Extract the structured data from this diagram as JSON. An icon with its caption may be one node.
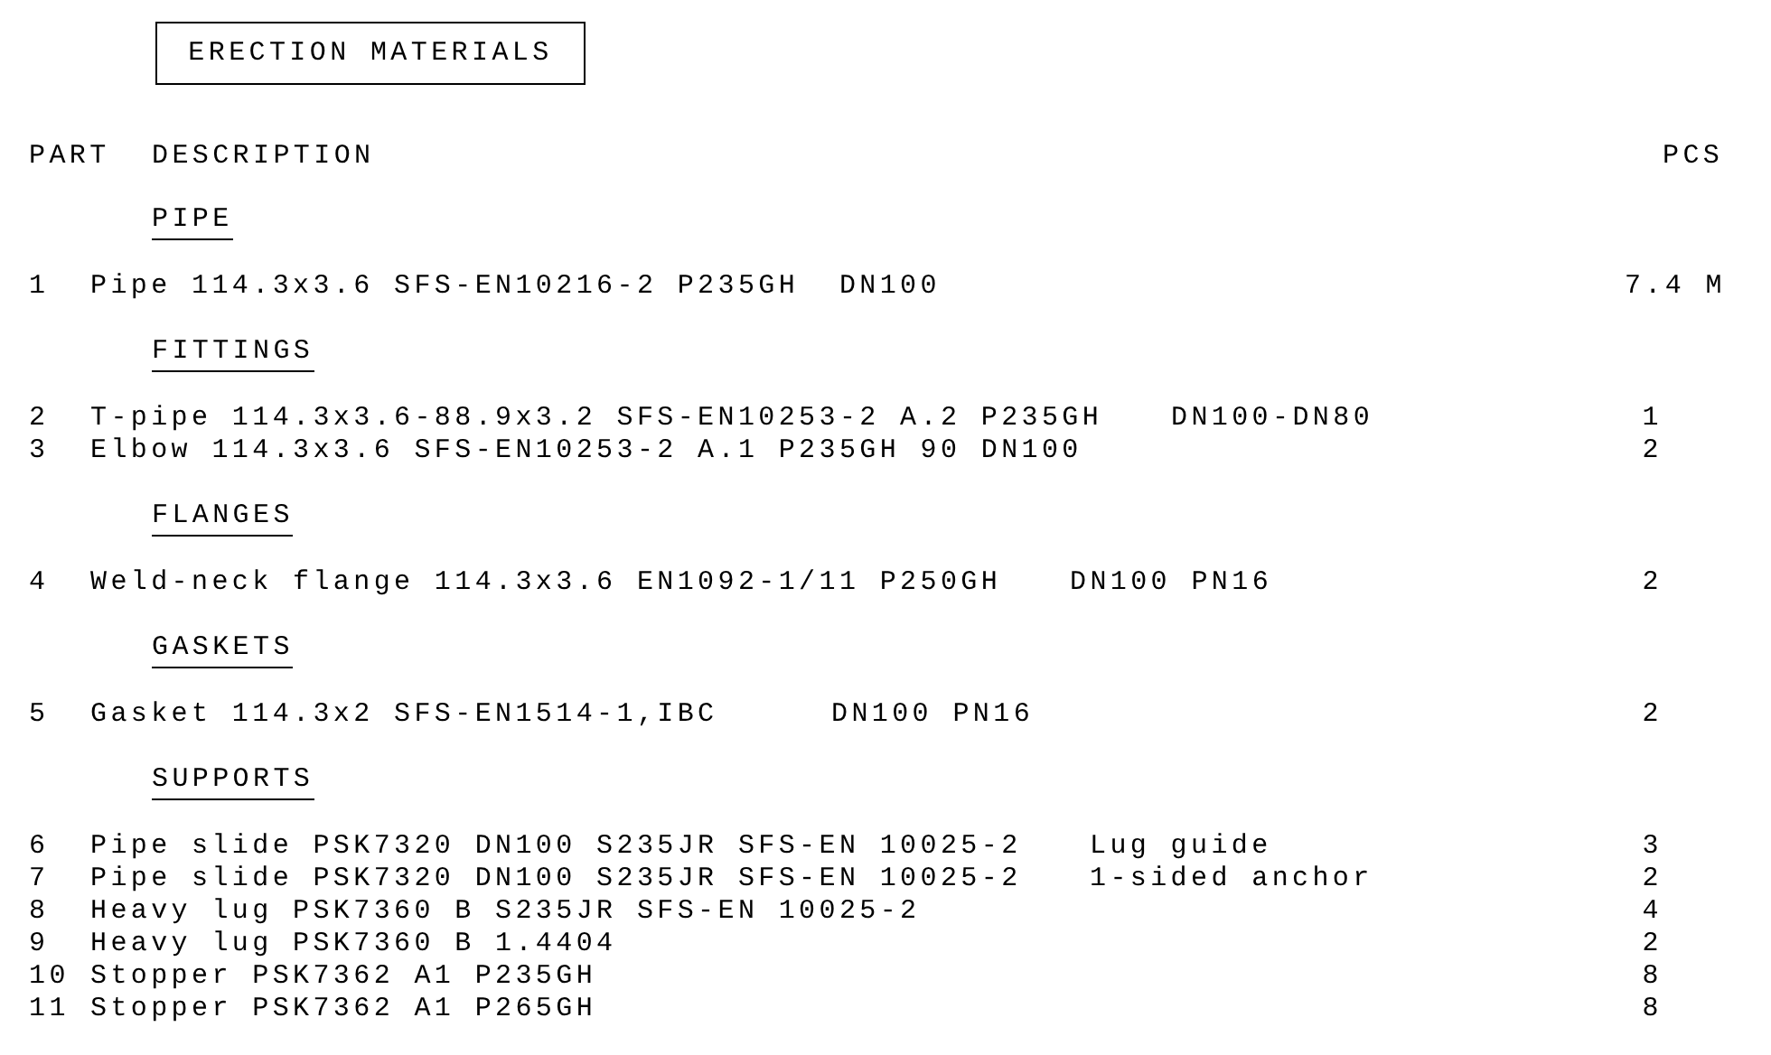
{
  "diagram": {
    "nodes": [
      {
        "text": [
          "ERECTION MATERIALS"
        ]
      }
    ],
    "labels": [
      "PART",
      "DESCRIPTION",
      "PCS",
      "PIPE",
      "1",
      "Pipe 114.3x3.6 SFS-EN10216-2 P235GH  DN100",
      "7.4 M",
      "FITTINGS",
      "2",
      "T-pipe 114.3x3.6-88.9x3.2 SFS-EN10253-2 A.2 P235GH",
      "DN100-DN80",
      "1",
      "3",
      "Elbow 114.3x3.6 SFS-EN10253-2 A.1 P235GH 90 DN100",
      "2",
      "FLANGES",
      "4",
      "Weld-neck flange 114.3x3.6 EN1092-1/11 P250GH",
      "DN100 PN16",
      "2",
      "GASKETS",
      "5",
      "Gasket 114.3x2 SFS-EN1514-1,IBC",
      "DN100 PN16",
      "2",
      "SUPPORTS",
      "6",
      "Pipe slide PSK7320 DN100 S235JR SFS-EN 10025-2",
      "Lug guide",
      "3",
      "7",
      "Pipe slide PSK7320 DN100 S235JR SFS-EN 10025-2",
      "1-sided anchor",
      "2",
      "8",
      "Heavy lug PSK7360 B S235JR SFS-EN 10025-2",
      "4",
      "9",
      "Heavy lug PSK7360 B 1.4404",
      "2",
      "10",
      "Stopper PSK7362 A1 P235GH",
      "8",
      "11",
      "Stopper PSK7362 A1 P265GH",
      "8"
    ]
  }
}
